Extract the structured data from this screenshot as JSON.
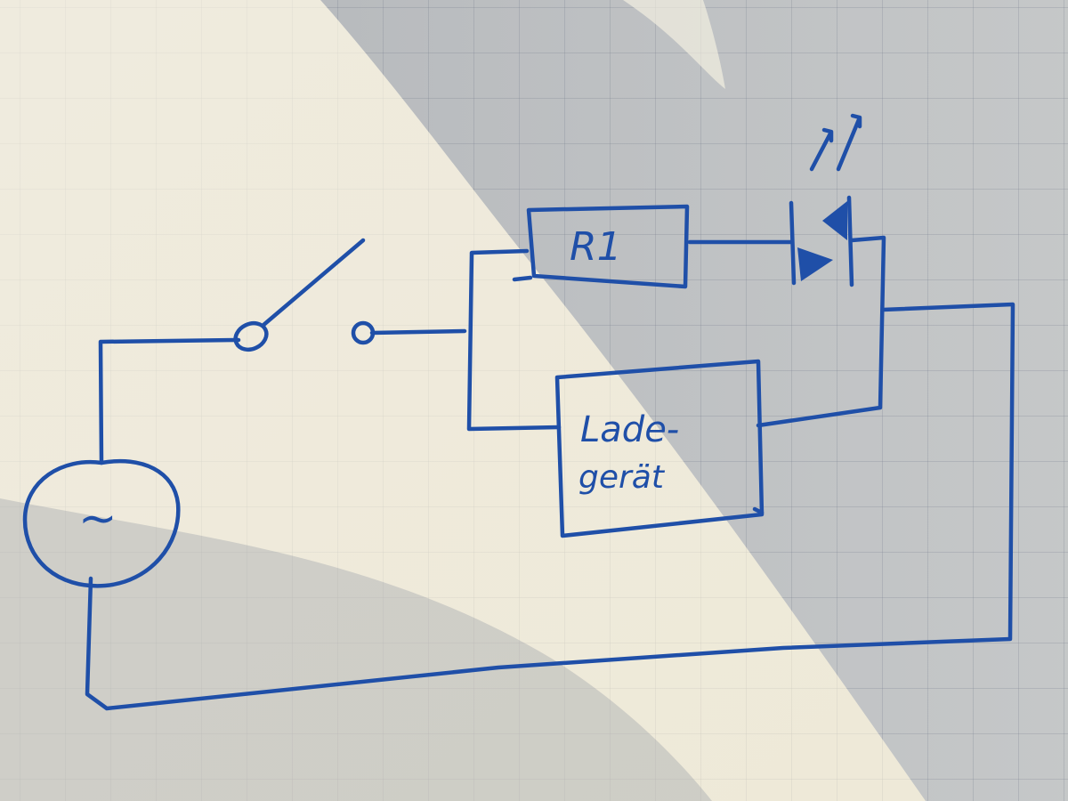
{
  "ink_color": "#1f4fa8",
  "paper_color": "#d9d9d3",
  "components": {
    "resistor": {
      "label": "R1"
    },
    "charger": {
      "label_line1": "Lade-",
      "label_line2": "gerät"
    },
    "ac_source": {
      "symbol": "~"
    },
    "switch": {
      "state": "open"
    },
    "led": {
      "icon": "led-icon"
    }
  }
}
